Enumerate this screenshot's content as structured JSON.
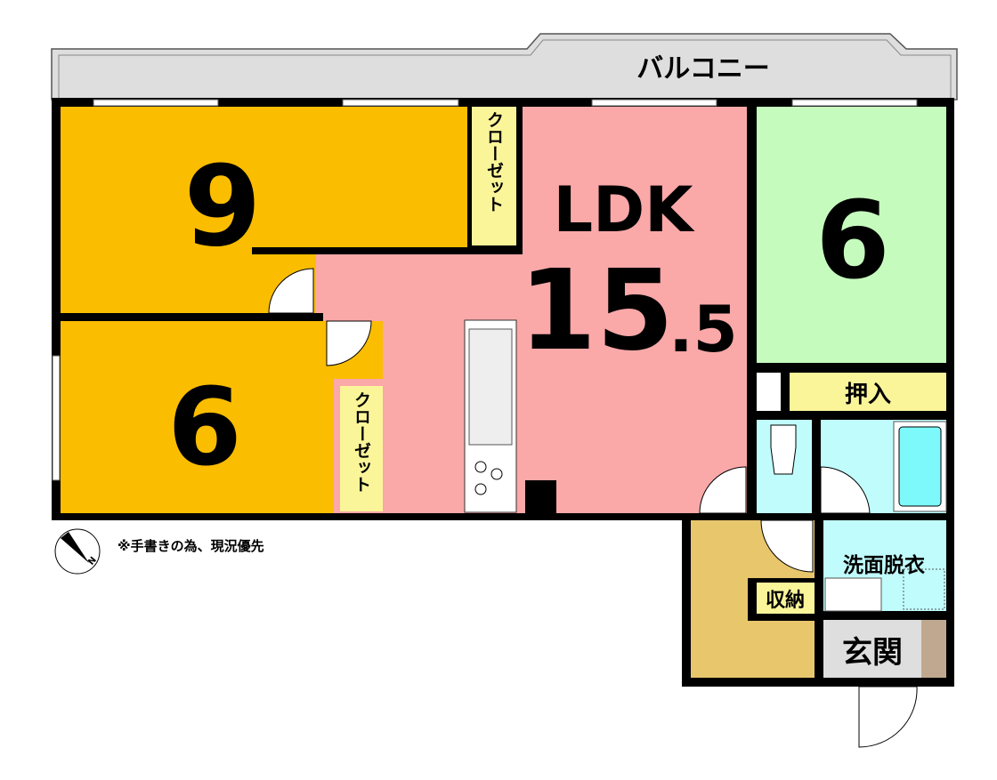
{
  "balcony": {
    "label": "バルコニー"
  },
  "rooms": {
    "western_9": {
      "label": "9",
      "color": "#FBBD00"
    },
    "ldk": {
      "label": "LDK",
      "size_main": "15",
      "size_decimal": ".5",
      "color": "#FBA8A8"
    },
    "japanese_6": {
      "label": "6",
      "color": "#C6FBBE"
    },
    "western_6": {
      "label": "6",
      "color": "#FBBD00"
    },
    "closet_1": {
      "label": "クローゼット",
      "color": "#FBF59A"
    },
    "closet_2": {
      "label": "クローゼット",
      "color": "#FBF59A"
    },
    "oshiire": {
      "label": "押入",
      "color": "#FBF59A"
    },
    "washroom": {
      "label": "洗面脱衣",
      "color": "#C0FCFC"
    },
    "storage": {
      "label": "収納",
      "color": "#FBF59A"
    },
    "entrance": {
      "label": "玄関",
      "color": "#DEDEDE"
    },
    "hall": {
      "color": "#E8C66C"
    },
    "bath": {
      "color": "#C0FCFC"
    },
    "toilet": {
      "color": "#C0FCFC"
    }
  },
  "note": "※手書きの為、現況優先",
  "compass": {
    "label": "N"
  }
}
